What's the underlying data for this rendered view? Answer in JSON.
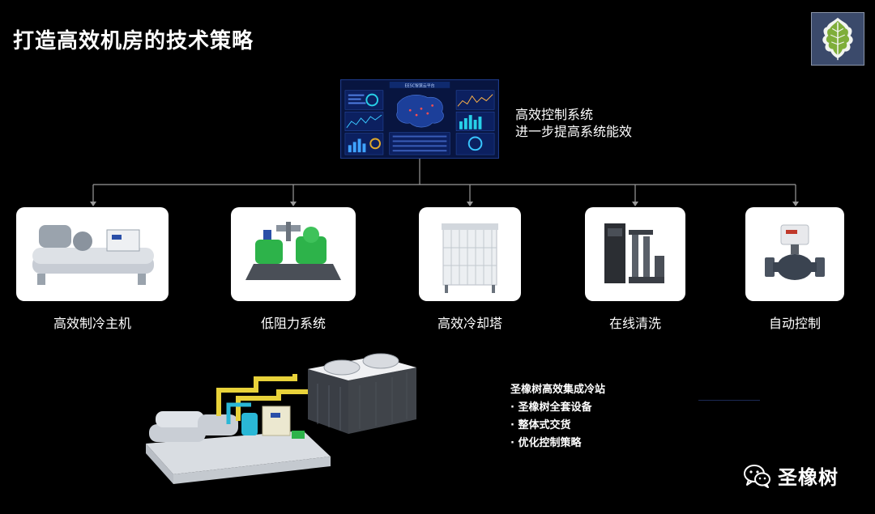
{
  "title": "打造高效机房的技术策略",
  "dashboard": {
    "screen_title": "EESC智慧云平台",
    "caption_line1": "高效控制系统",
    "caption_line2": "进一步提高系统能效"
  },
  "components": [
    {
      "label": "高效制冷主机",
      "icon": "chiller-icon"
    },
    {
      "label": "低阻力系统",
      "icon": "pump-skid-icon"
    },
    {
      "label": "高效冷却塔",
      "icon": "cooling-tower-icon"
    },
    {
      "label": "在线清洗",
      "icon": "cleaning-unit-icon"
    },
    {
      "label": "自动控制",
      "icon": "motorized-valve-icon"
    }
  ],
  "station": {
    "title": "圣橡树高效集成冷站",
    "bullets": [
      "· 圣橡树全套设备",
      "· 整体式交货",
      "· 优化控制策略"
    ]
  },
  "brand": {
    "wechat_name": "圣橡树"
  },
  "colors": {
    "background": "#000000",
    "connector": "#9a9a9a",
    "dashboard_bg": "#0a1a4a",
    "logo_bg": "#3b4a6b",
    "pipe_yellow": "#e8d23a",
    "pipe_cyan": "#2ab7d6",
    "equipment_green": "#2db34a"
  }
}
